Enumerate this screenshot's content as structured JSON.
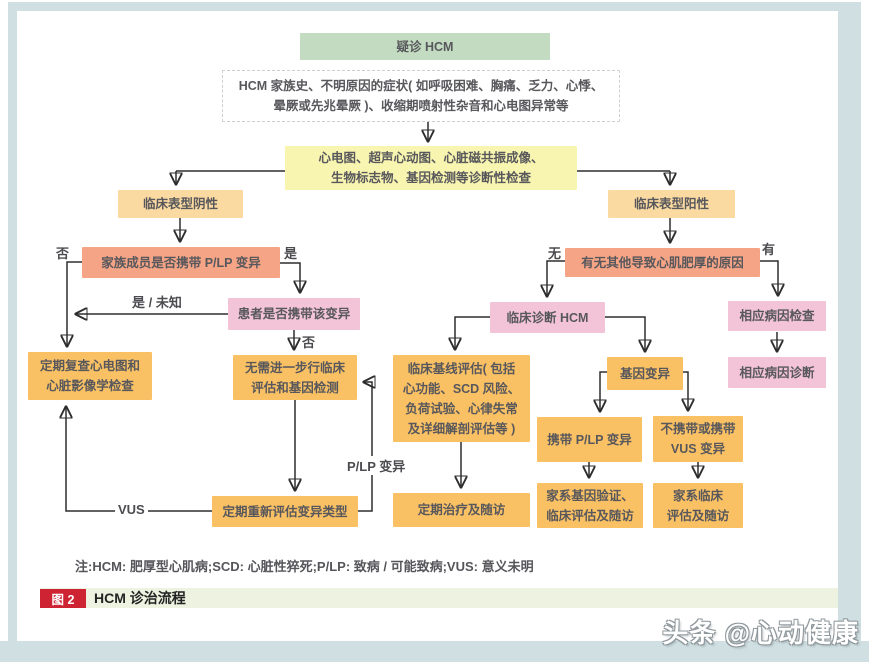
{
  "nodes": {
    "suspected_hcm": {
      "label": "疑诊 HCM"
    },
    "symptoms": {
      "label": "HCM 家族史、不明原因的症状( 如呼吸困难、胸痛、乏力、心悸、\n晕厥或先兆晕厥 )、收缩期喷射性杂音和心电图异常等"
    },
    "diagnostic_tests": {
      "label": "心电图、超声心动图、心脏磁共振成像、\n生物标志物、基因检测等诊断性检查"
    },
    "phenotype_negative": {
      "label": "临床表型阴性"
    },
    "phenotype_positive": {
      "label": "临床表型阳性"
    },
    "family_carries_plp": {
      "label": "家族成员是否携带 P/LP 变异"
    },
    "other_causes": {
      "label": "有无其他导致心肌肥厚的原因"
    },
    "patient_carries_variant": {
      "label": "患者是否携带该变异"
    },
    "clinical_dx_hcm": {
      "label": "临床诊断 HCM"
    },
    "etiology_exam": {
      "label": "相应病因检查"
    },
    "etiology_dx": {
      "label": "相应病因诊断"
    },
    "periodic_review": {
      "label": "定期复查心电图和\n心脏影像学检查"
    },
    "no_further_eval": {
      "label": "无需进一步行临床\n评估和基因检测"
    },
    "baseline_eval": {
      "label": "临床基线评估( 包括\n心功能、SCD 风险、\n负荷试验、心律失常\n及详细解剖评估等 )"
    },
    "gene_variant": {
      "label": "基因变异"
    },
    "carries_plp": {
      "label": "携带 P/LP 变异"
    },
    "no_or_vus": {
      "label": "不携带或携带\nVUS 变异"
    },
    "periodic_treatment": {
      "label": "定期治疗及随访"
    },
    "family_gene_verify": {
      "label": "家系基因验证、\n临床评估及随访"
    },
    "family_clinical_eval": {
      "label": "家系临床\n评估及随访"
    },
    "reassess_variant": {
      "label": "定期重新评估变异类型"
    }
  },
  "edge_labels": {
    "no_family": "否",
    "yes_family": "是",
    "yes_unknown": "是 / 未知",
    "no_patient": "否",
    "wu": "无",
    "you": "有",
    "plp_variant": "P/LP 变异",
    "vus": "VUS"
  },
  "note": "注:HCM: 肥厚型心肌病;SCD: 心脏性猝死;P/LP: 致病 / 可能致病;VUS: 意义未明",
  "caption": {
    "badge": "图 2",
    "title": "HCM 诊治流程"
  },
  "watermark": "头条 @心动健康",
  "colors": {
    "green": "#c3dcc1",
    "yellow": "#f8f5b0",
    "tan": "#fbdaa2",
    "salmon": "#f5a486",
    "pink": "#f3c4d8",
    "orange": "#fac164",
    "caption_band": "#eef3e1",
    "badge_red": "#ce2333",
    "frame_blue": "#cfdfe2",
    "line": "#2e2e2e"
  }
}
